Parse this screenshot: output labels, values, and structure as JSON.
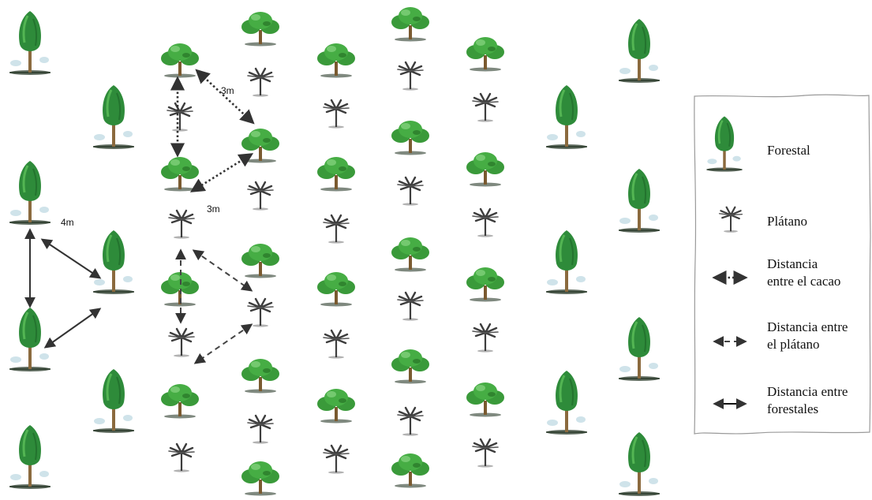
{
  "labels": {
    "cacao_distance_top": "3m",
    "cacao_distance_mid": "3m",
    "forest_distance": "4m"
  },
  "legend": {
    "forestal": "Forestal",
    "platano": "Plátano",
    "cacao_line1": "Distancia",
    "cacao_line2": "entre el cacao",
    "platano_dist_line1": "Distancia entre",
    "platano_dist_line2": "el plátano",
    "forest_dist_line1": "Distancia entre",
    "forest_dist_line2": "forestales"
  },
  "colors": {
    "forest_foliage": "#2e8b3a",
    "forest_foliage_light": "#5cbf5a",
    "trunk": "#8b6a3e",
    "cacao_foliage": "#3a9a3a",
    "banana": "#3d3d3d",
    "arrow": "#333333",
    "ground_shadow": "#2a3a2a"
  }
}
